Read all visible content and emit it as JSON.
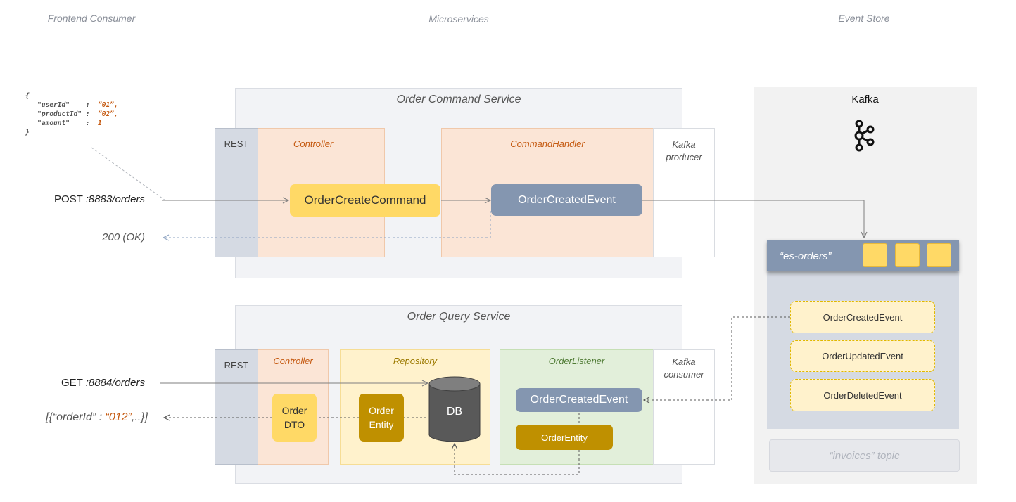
{
  "columns": {
    "frontend": "Frontend Consumer",
    "microservices": "Microservices",
    "event_store": "Event Store"
  },
  "request_json": {
    "open": "{",
    "lines": [
      {
        "key": "\"userId\"",
        "sep": ":",
        "value": "“01”,"
      },
      {
        "key": "\"productId\"",
        "sep": ":",
        "value": "“02”,"
      },
      {
        "key": "\"amount\"",
        "sep": ":",
        "value": "1"
      }
    ],
    "close": "}"
  },
  "command_side": {
    "post_method": "POST",
    "post_path": ":8883/orders",
    "response": "200 (OK)",
    "service_title": "Order Command Service",
    "rest": "REST",
    "controller": "Controller",
    "command": "OrderCreateCommand",
    "handler": "CommandHandler",
    "event": "OrderCreatedEvent",
    "kafka_producer_line1": "Kafka",
    "kafka_producer_line2": "producer"
  },
  "query_side": {
    "get_method": "GET",
    "get_path": ":8884/orders",
    "response_prefix": "[{“orderId” : ",
    "response_value": "“012”",
    "response_suffix": ",..}]",
    "service_title": "Order Query Service",
    "rest": "REST",
    "controller": "Controller",
    "dto_line1": "Order",
    "dto_line2": "DTO",
    "repository": "Repository",
    "entity_line1": "Order",
    "entity_line2": "Entity",
    "db": "DB",
    "listener": "OrderListener",
    "listener_event": "OrderCreatedEvent",
    "listener_entity": "OrderEntity",
    "kafka_consumer_line1": "Kafka",
    "kafka_consumer_line2": "consumer"
  },
  "kafka": {
    "title": "Kafka",
    "icon": "kafka-logo-icon",
    "topic": "“es-orders”",
    "events": [
      "OrderCreatedEvent",
      "OrderUpdatedEvent",
      "OrderDeletedEvent"
    ],
    "invoices_topic": "“invoices” topic"
  },
  "colors": {
    "yellow": "#ffd966",
    "slate": "#8496b0",
    "gold": "#bf9000",
    "controller_bg": "#fbe5d6",
    "repository_bg": "#fff2cc",
    "listener_bg": "#e2efda"
  }
}
